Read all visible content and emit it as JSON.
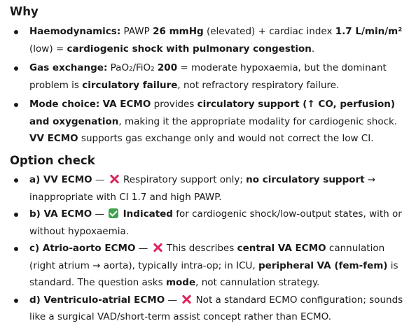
{
  "why": {
    "heading": "Why",
    "items": [
      {
        "label": "Haemodynamics:",
        "t1": " PAWP ",
        "pawp": "26 mmHg",
        "t2": " (elevated) + cardiac index ",
        "ci": "1.7 L/min/m²",
        "t3": " (low) = ",
        "conclusion": "cardiogenic shock with pulmonary congestion",
        "t4": "."
      },
      {
        "label": "Gas exchange:",
        "t1": " PaO₂/FiO₂ ",
        "ratio": "200",
        "t2": " = moderate hypoxaemia, but the dominant problem is ",
        "problem": "circulatory failure",
        "t3": ", not refractory respiratory failure."
      },
      {
        "label": "Mode choice:",
        "t0": " ",
        "mode": "VA ECMO",
        "t1": " provides ",
        "support": "circulatory support (↑ CO, perfusion) and oxygenation",
        "t2": ", making it the appropriate modality for cardiogenic shock. ",
        "vv": "VV ECMO",
        "t3": " supports gas exchange only and would not correct the low CI."
      }
    ]
  },
  "options": {
    "heading": "Option check",
    "items": [
      {
        "label": "a) VV ECMO",
        "dash": " — ",
        "t1": " Respiratory support only; ",
        "bold1": "no circulatory support",
        "t2": " → inappropriate with CI 1.7 and high PAWP."
      },
      {
        "label": "b) VA ECMO",
        "dash": " — ",
        "bold1": "Indicated",
        "t1": " for cardiogenic shock/low-output states, with or without hypoxaemia."
      },
      {
        "label": "c) Atrio-aorto ECMO",
        "dash": " — ",
        "t1": " This describes ",
        "bold1": "central VA ECMO",
        "t2": " cannulation (right atrium → aorta), typically intra-op; in ICU, ",
        "bold2": "peripheral VA (fem-fem)",
        "t3": " is standard. The question asks ",
        "bold3": "mode",
        "t4": ", not cannulation strategy."
      },
      {
        "label": "d) Ventriculo-atrial ECMO",
        "dash": " — ",
        "t1": " Not a standard ECMO configuration; sounds like a surgical VAD/short-term assist concept rather than ECMO."
      }
    ]
  }
}
